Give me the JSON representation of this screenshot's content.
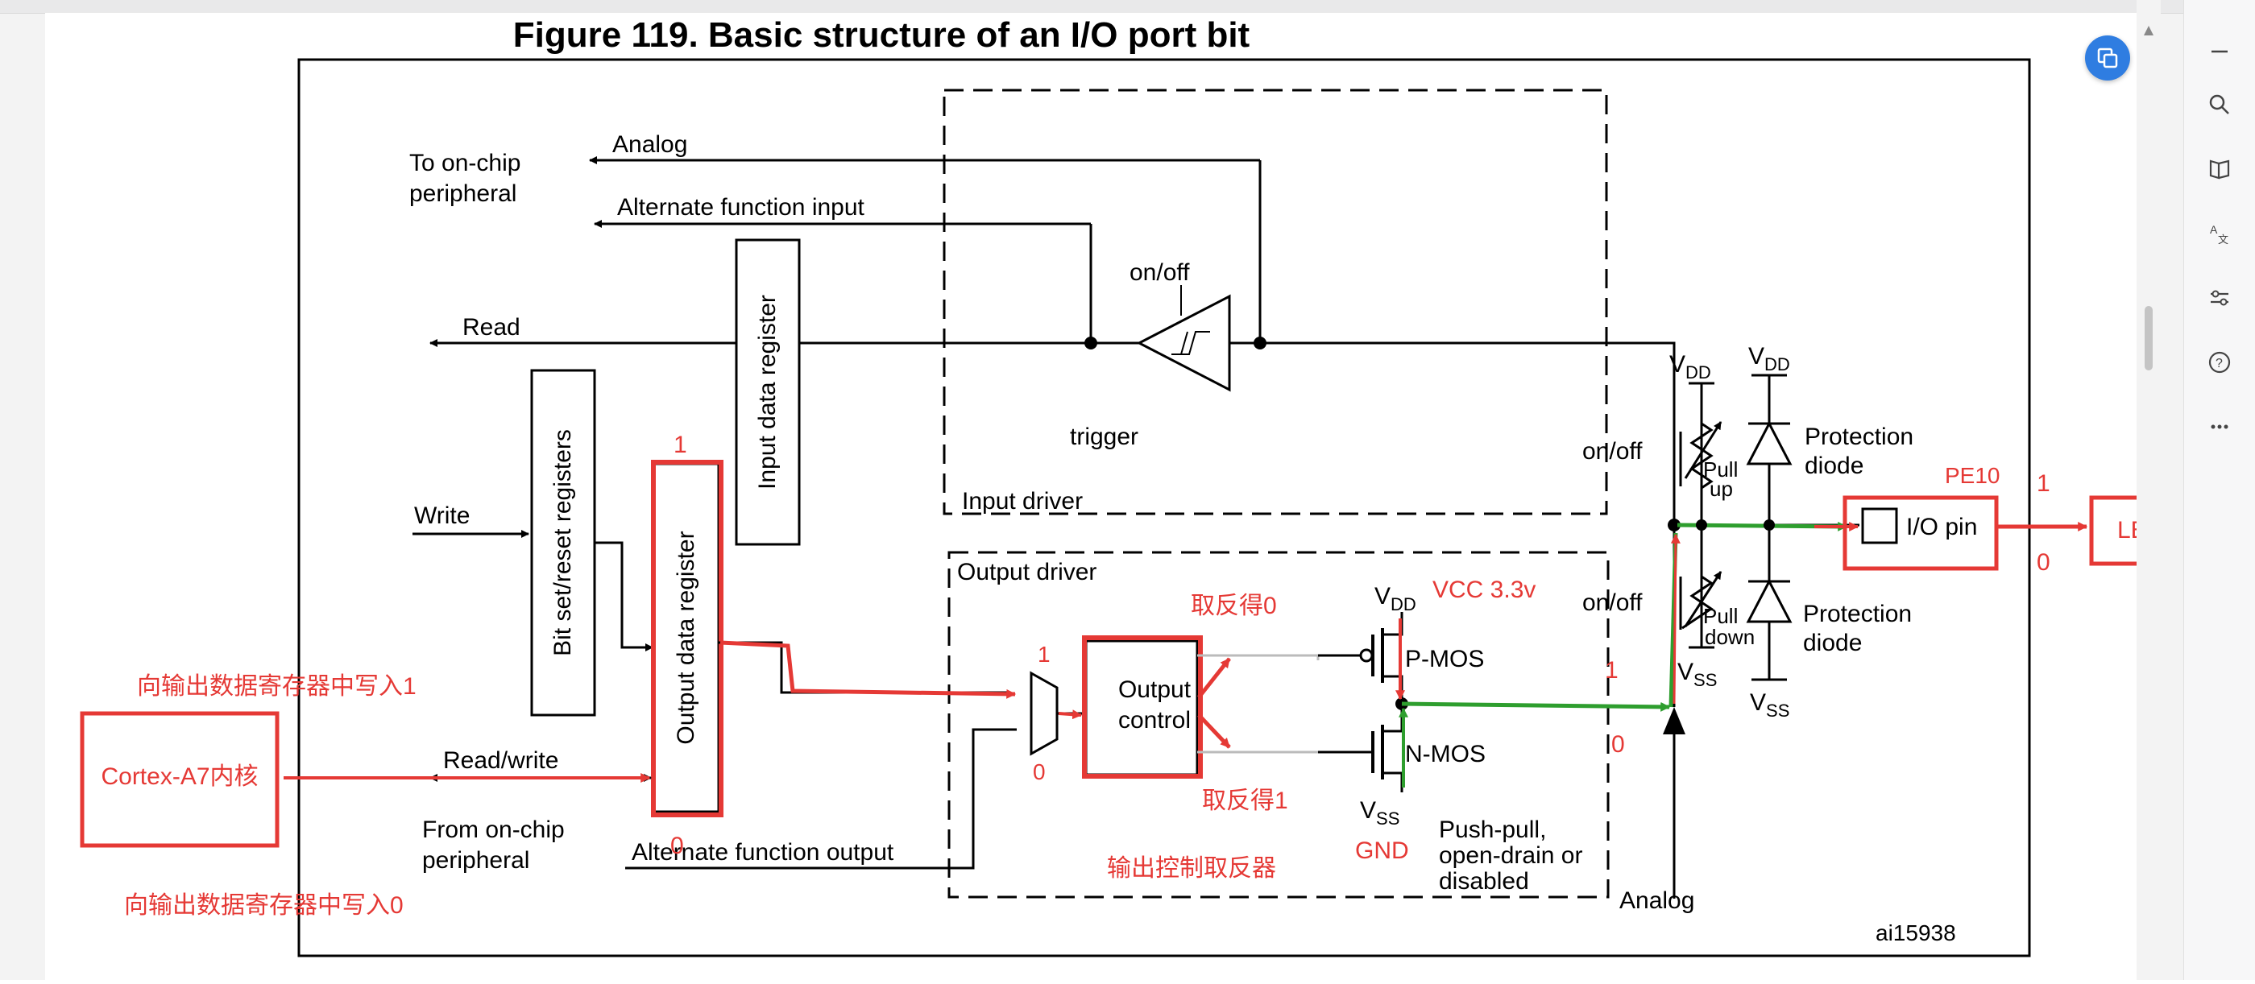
{
  "diagram": {
    "title": "Figure 119. Basic structure of an I/O port bit",
    "figure_id": "ai15938",
    "labels": {
      "to_onchip_line1": "To on-chip",
      "to_onchip_line2": "peripheral",
      "analog_top": "Analog",
      "alt_func_input": "Alternate function input",
      "read": "Read",
      "write": "Write",
      "read_write": "Read/write",
      "from_onchip_line1": "From on-chip",
      "from_onchip_line2": "peripheral",
      "alt_func_output": "Alternate function output",
      "input_data_register": "Input data register",
      "bit_set_reset": "Bit set/reset registers",
      "output_data_register": "Output data register",
      "on_off_trigger": "on/off",
      "trigger": "trigger",
      "input_driver": "Input driver",
      "output_driver": "Output driver",
      "output_control_line1": "Output",
      "output_control_line2": "control",
      "pmos": "P-MOS",
      "nmos": "N-MOS",
      "vdd_main": "V",
      "dd_sub": "DD",
      "vss_main": "V",
      "ss_sub": "SS",
      "push_pull_line1": "Push-pull,",
      "push_pull_line2": "open-drain or",
      "push_pull_line3": "disabled",
      "on_off_pu": "on/off",
      "on_off_pd": "on/off",
      "pull_up_line1": "Pull",
      "pull_up_line2": "up",
      "pull_down_line1": "Pull",
      "pull_down_line2": "down",
      "protection_diode_line1": "Protection",
      "protection_diode_line2": "diode",
      "io_pin": "I/O pin",
      "analog_bottom": "Analog",
      "mux_1": "1",
      "mux_0": "0"
    },
    "annotations": {
      "odr_top_1": "1",
      "odr_bottom_0": "0",
      "write_1": "向输出数据寄存器中写入1",
      "write_0": "向输出数据寄存器中写入0",
      "cortex": "Cortex-A7内核",
      "invert_0": "取反得0",
      "invert_1": "取反得1",
      "output_ctrl_inverter": "输出控制取反器",
      "vcc": "VCC 3.3v",
      "gnd": "GND",
      "node_1": "1",
      "node_0": "0",
      "pe10": "PE10",
      "pin_1": "1",
      "pin_0": "0",
      "led": "LED灯"
    },
    "colors": {
      "annotation": "#e53935",
      "green_path": "#2e9e2e",
      "line": "#000000"
    }
  },
  "toolbar": {
    "icons": [
      "minimize-icon",
      "search-icon",
      "book-icon",
      "translate-icon",
      "sliders-icon",
      "help-icon",
      "more-icon"
    ]
  }
}
